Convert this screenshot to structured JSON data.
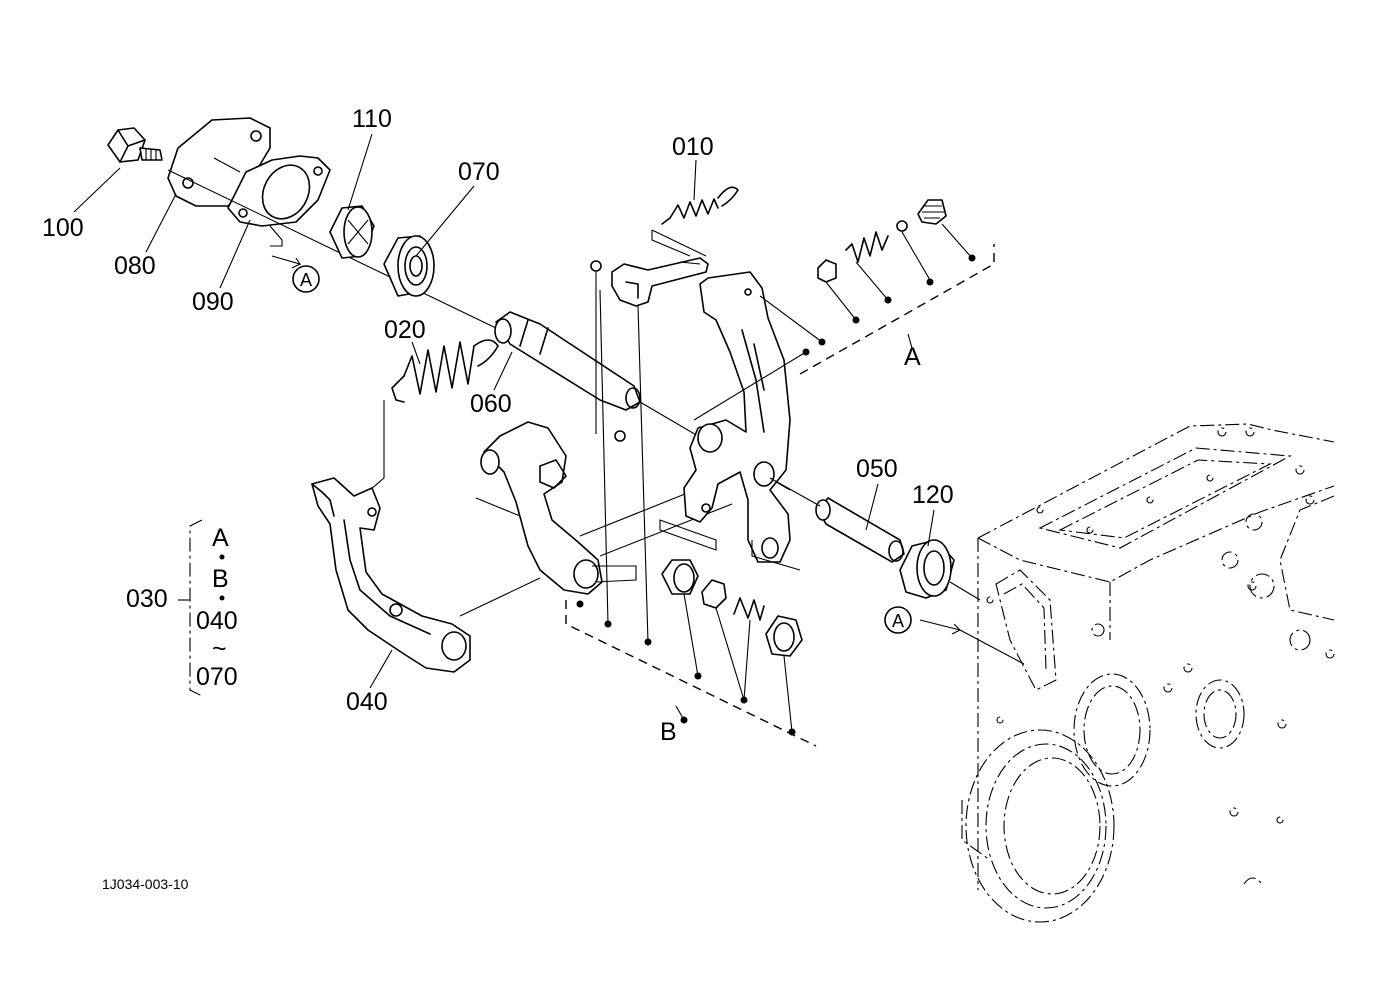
{
  "diagram": {
    "part_labels": {
      "p010": "010",
      "p020": "020",
      "p030": "030",
      "p040": "040",
      "p050": "050",
      "p060": "060",
      "p070": "070",
      "p080": "080",
      "p090": "090",
      "p100": "100",
      "p110": "110",
      "p120": "120"
    },
    "assembly_group": {
      "line1": "A",
      "line2": "B",
      "line3": "040",
      "line4": "~",
      "line5": "070"
    },
    "subassembly_labels": {
      "a": "A",
      "b": "B"
    },
    "reference_markers": {
      "top": "A",
      "bottom": "A"
    },
    "figure_id": "1J034-003-10"
  }
}
